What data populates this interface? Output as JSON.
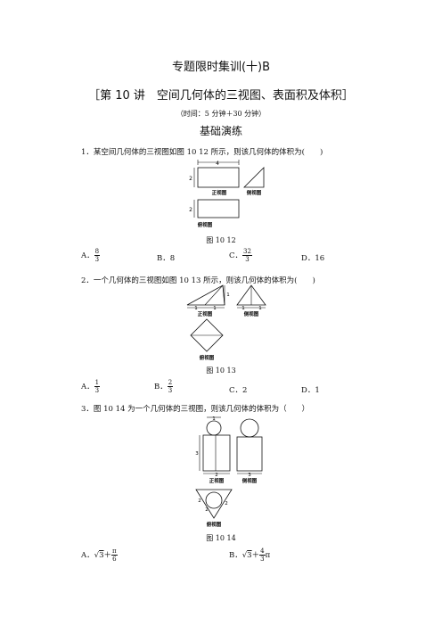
{
  "header": {
    "title": "专题限时集训(十)B",
    "lecture": "［第 10 讲　空间几何体的三视图、表面积及体积］",
    "time": "（时间：5 分钟＋30 分钟）",
    "section": "基础演练"
  },
  "questions": [
    {
      "text": "1．某空间几何体的三视图如图 10 12 所示，则该几何体的体积为(　　)",
      "figure": {
        "caption": "图 10 12",
        "labels": {
          "front": "正视图",
          "side": "侧视图",
          "top": "俯视图",
          "len_top": "4",
          "h1": "2",
          "h2": "2"
        }
      },
      "options": {
        "a_label": "A．",
        "a_num": "8",
        "a_den": "3",
        "b": "B．8",
        "c_label": "C．",
        "c_num": "32",
        "c_den": "3",
        "d": "D．16"
      }
    },
    {
      "text": "2．一个几何体的三视图如图 10 13 所示，则该几何体的体积为(　　)",
      "figure": {
        "caption": "图 10 13",
        "labels": {
          "front": "正视图",
          "side": "侧视图",
          "top": "俯视图",
          "one": "1"
        }
      },
      "options": {
        "a_label": "A．",
        "a_num": "1",
        "a_den": "3",
        "b_label": "B．",
        "b_num": "2",
        "b_den": "3",
        "c": "C．2",
        "d": "D．1"
      }
    },
    {
      "text": "3．图 10 14 为一个几何体的三视图，则该几何体的体积为（　　）",
      "figure": {
        "caption": "图 10 14",
        "labels": {
          "front": "正视图",
          "side": "侧视图",
          "top": "俯视图",
          "one": "1",
          "two": "2",
          "three": "3"
        }
      },
      "options": {
        "a_label": "A．",
        "a_rad": "3",
        "a_plus": "＋",
        "a_num": "π",
        "a_den": "6",
        "b_label": "B．",
        "b_rad": "3",
        "b_plus": "＋",
        "b_num": "4",
        "b_den": "3",
        "b_pi": "π"
      }
    }
  ]
}
